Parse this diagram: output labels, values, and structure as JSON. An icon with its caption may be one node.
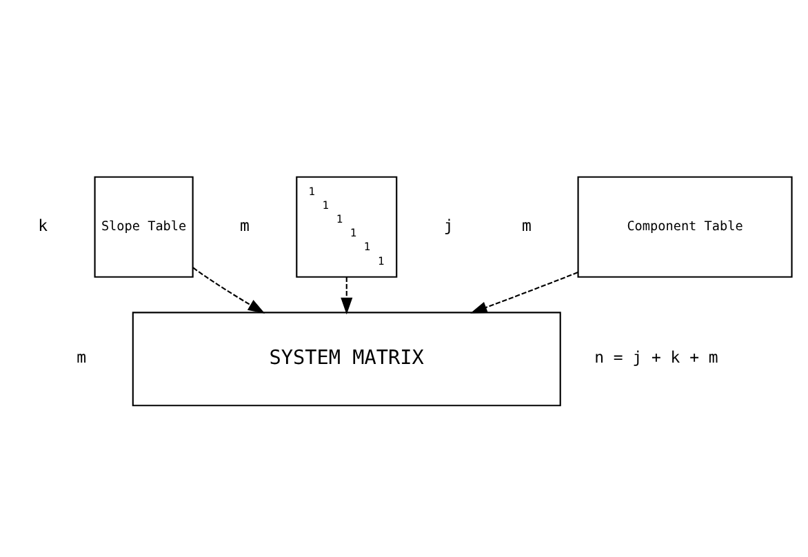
{
  "diagram": {
    "nodes": [
      {
        "text": [
          "Component Table"
        ]
      },
      {
        "text": [
          "Slope Table"
        ]
      },
      {
        "text": [
          "1",
          "1",
          "1",
          "1",
          "1",
          "1"
        ]
      },
      {
        "text": [
          "SYSTEM MATRIX"
        ]
      }
    ],
    "edges": [
      {
        "from": 0,
        "to": 3,
        "arrow": "to",
        "style": "dashed"
      },
      {
        "from": 1,
        "to": 3,
        "arrow": "to",
        "style": "dashed"
      },
      {
        "from": 2,
        "to": 3,
        "arrow": "to",
        "style": "dashed"
      }
    ],
    "labels": [
      "j",
      "k",
      "m",
      "m",
      "m",
      "n = j + k + m"
    ]
  }
}
